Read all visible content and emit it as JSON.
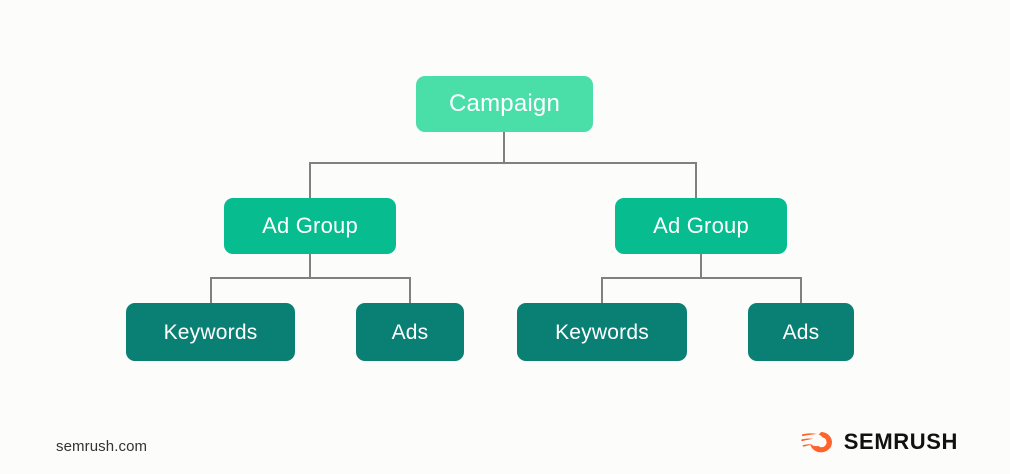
{
  "page": {
    "background_color": "#fcfdfa"
  },
  "diagram": {
    "type": "hierarchy-tree",
    "connector_color": "#808080",
    "levels": [
      {
        "name": "campaign",
        "color": "#4adfa8",
        "nodes": [
          {
            "label": "Campaign"
          }
        ]
      },
      {
        "name": "ad-group",
        "color": "#07bd90",
        "nodes": [
          {
            "label": "Ad Group"
          },
          {
            "label": "Ad Group"
          }
        ]
      },
      {
        "name": "leaf",
        "color": "#0a8074",
        "nodes": [
          {
            "label": "Keywords"
          },
          {
            "label": "Ads"
          },
          {
            "label": "Keywords"
          },
          {
            "label": "Ads"
          }
        ]
      }
    ]
  },
  "footer": {
    "url": "semrush.com",
    "brand": {
      "wordmark": "SEMRUSH",
      "mark_icon": "comet-icon",
      "mark_color": "#ff642d",
      "wordmark_color": "#111111"
    }
  }
}
